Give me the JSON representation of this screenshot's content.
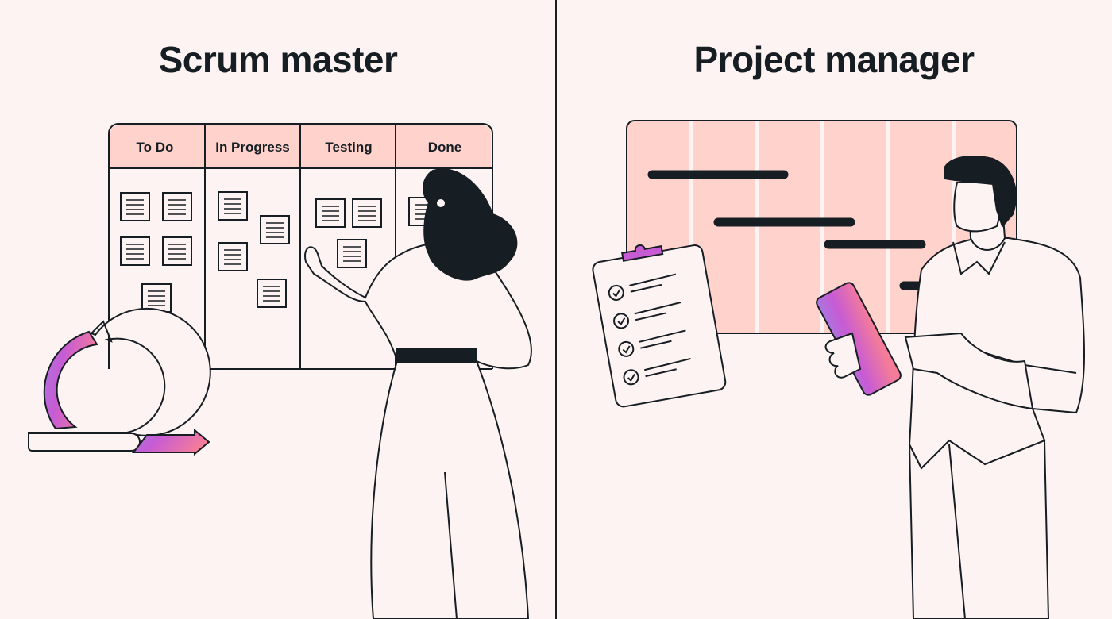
{
  "left_panel": {
    "title": "Scrum master",
    "board_columns": [
      "To Do",
      "In Progress",
      "Testing",
      "Done"
    ]
  },
  "right_panel": {
    "title": "Project manager"
  },
  "colors": {
    "background": "#fdf3f2",
    "board_header": "#ffd2cc",
    "ink": "#161d23",
    "accent_purple": "#c75bd4",
    "accent_pink": "#f47c99"
  }
}
